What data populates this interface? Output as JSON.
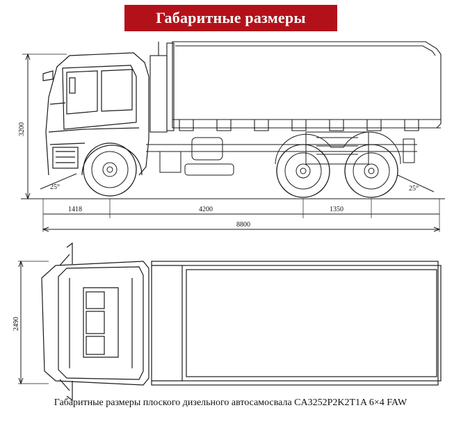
{
  "banner": {
    "title": "Габаритные размеры"
  },
  "side_view": {
    "height": "3200",
    "front_overhang": "1418",
    "wheelbase": "4200",
    "tandem": "1350",
    "length": "8800",
    "angle_front": "25°",
    "angle_rear": "25°"
  },
  "top_view": {
    "width": "2490"
  },
  "caption": "Габаритные размеры плоского дизельного автосамосвала CA3252P2K2T1A 6×4 FAW",
  "colors": {
    "banner": "#b3111a",
    "lines": "#1a1a1a"
  }
}
